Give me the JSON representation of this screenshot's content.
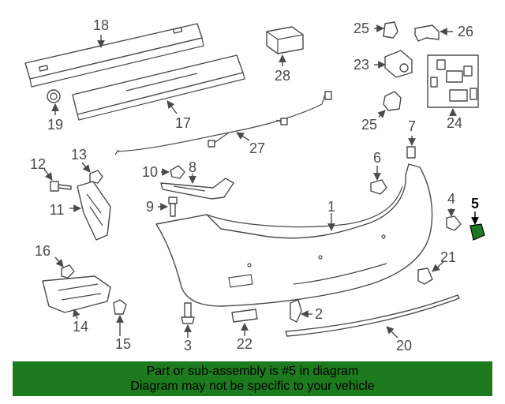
{
  "callouts": {
    "c1": "1",
    "c2": "2",
    "c3": "3",
    "c4": "4",
    "c5": "5",
    "c6": "6",
    "c7": "7",
    "c8": "8",
    "c9": "9",
    "c10": "10",
    "c11": "11",
    "c12": "12",
    "c13": "13",
    "c14": "14",
    "c15": "15",
    "c16": "16",
    "c17": "17",
    "c18": "18",
    "c19": "19",
    "c20": "20",
    "c21": "21",
    "c22": "22",
    "c23": "23",
    "c24": "24",
    "c25a": "25",
    "c25b": "25",
    "c26": "26",
    "c27": "27",
    "c28": "28"
  },
  "highlight_color": "#1e7a1e",
  "banner": {
    "line1": "Part or sub-assembly is #5 in diagram",
    "line2": "Diagram may not be specific to your vehicle"
  }
}
